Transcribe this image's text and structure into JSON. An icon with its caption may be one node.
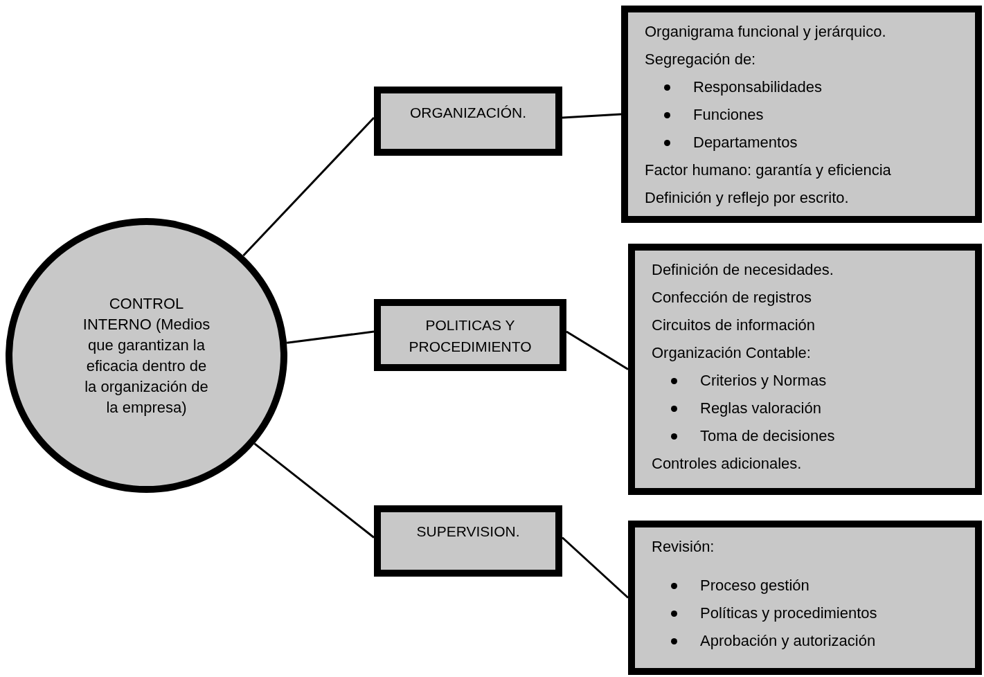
{
  "diagram": {
    "nodes": [
      {
        "text": [
          "CONTROL INTERNO (Medios que garantizan la eficacia dentro de la organización de la empresa)"
        ]
      },
      {
        "text": [
          "ORGANIZACIÓN."
        ]
      },
      {
        "text": [
          "POLITICAS Y PROCEDIMIENTO"
        ]
      },
      {
        "text": [
          "SUPERVISION."
        ]
      },
      {
        "text": [
          "Organigrama funcional y jerárquico.",
          "Segregación de:",
          "Responsabilidades",
          "Funciones",
          "Departamentos",
          "Factor humano: garantía y eficiencia",
          "Definición y reflejo por escrito."
        ]
      },
      {
        "text": [
          "Definición de necesidades.",
          "Confección de registros",
          "Circuitos de información",
          "Organización Contable:",
          "Criterios y Normas",
          "Reglas valoración",
          "Toma de decisiones",
          "Controles adicionales."
        ]
      },
      {
        "text": [
          "Revisión:",
          "Proceso gestión",
          "Políticas y procedimientos",
          "Aprobación y autorización"
        ]
      }
    ],
    "edges": [
      {
        "from": 0,
        "to": 1,
        "arrow": "none"
      },
      {
        "from": 0,
        "to": 2,
        "arrow": "none"
      },
      {
        "from": 0,
        "to": 3,
        "arrow": "none"
      },
      {
        "from": 1,
        "to": 4,
        "arrow": "none"
      },
      {
        "from": 2,
        "to": 5,
        "arrow": "none"
      },
      {
        "from": 3,
        "to": 6,
        "arrow": "none"
      }
    ]
  }
}
